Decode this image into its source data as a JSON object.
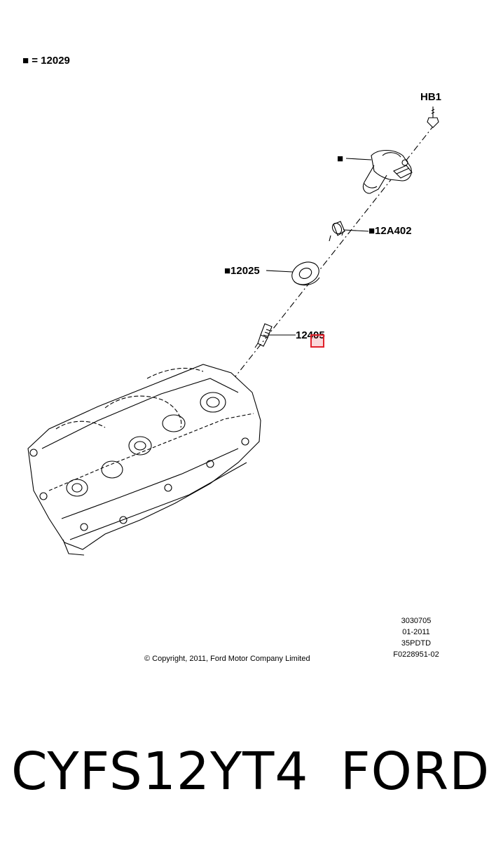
{
  "legend": {
    "marker": "■",
    "equals": "=",
    "part": "12029"
  },
  "callouts": {
    "hb1": "HB1",
    "coil_marker": "■",
    "c12a402": "■12A402",
    "c12025": "■12025",
    "c12405": "12405"
  },
  "meta": {
    "lines": [
      "3030705",
      "01-2011",
      "35PDTD",
      "F0228951-02"
    ],
    "copyright": "© Copyright, 2011, Ford Motor Company Limited"
  },
  "footer": {
    "part_number": "CYFS12YT4",
    "brand": "FORD"
  },
  "colors": {
    "line": "#000000",
    "highlight": "#e0202a"
  }
}
